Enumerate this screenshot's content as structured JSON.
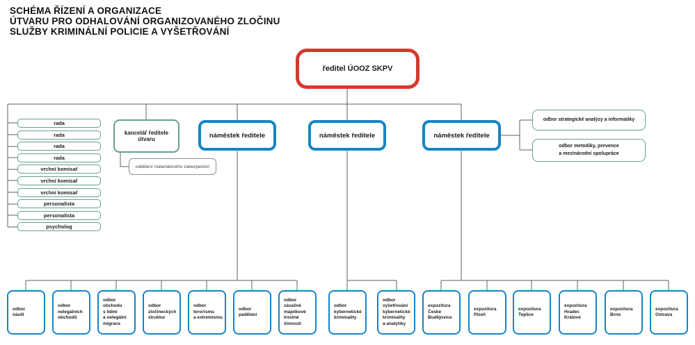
{
  "header": {
    "title_lines": [
      "SCHÉMA ŘÍZENÍ A ORGANIZACE",
      "ÚTVARU PRO ODHALOVÁNÍ ORGANIZOVANÉHO ZLOČINU",
      "SLUŽBY KRIMINÁLNÍ POLICIE A VYŠETŘOVÁNÍ"
    ]
  },
  "chart": {
    "director": "ředitel ÚOOZ SKPV",
    "staff": [
      "rada",
      "rada",
      "rada",
      "rada",
      "vrchní komisař",
      "vrchní komisař",
      "vrchní komisař",
      "personalista",
      "personalista",
      "psycholog"
    ],
    "office": "kancelář ředitele útvaru",
    "office_sub": "oddělení materiálového zabezpečení",
    "deputies": [
      "náměstek ředitele",
      "náměstek ředitele",
      "náměstek ředitele"
    ],
    "right_departments": [
      "odbor strategické analýzy a informatiky",
      "odbor metodiky, prevence\na mezinárodní spolupráce"
    ],
    "departments_group1": [
      "odbor\nnásilí",
      "odbor\nnelegálních\nobchodů",
      "odbor obchodu\ns lidmi\na nelegální\nmigrace",
      "odbor\nzločineckých\nstruktur",
      "odbor\nterorismu\na extremismu",
      "odbor\npadělání",
      "odbor\nzávažné\nmajetkové\ntrestné činnosti"
    ],
    "departments_group2": [
      "odbor\nkybernetické\nkriminality",
      "odbor\nvyšetřování\nkybernetické\nkriminality\na analytiky"
    ],
    "expozitury": [
      "expozitura\nČeské\nBudějovice",
      "expozitura\nPlzeň",
      "expozitura\nTeplice",
      "expozitura\nHradec\nKrálové",
      "expozitura\nBrno",
      "expozitura\nOstrava"
    ]
  },
  "colors": {
    "accent_red": "#d6392e",
    "accent_blue": "#1584c6",
    "accent_green": "#64a089",
    "line_gray": "#5f5f5f"
  }
}
